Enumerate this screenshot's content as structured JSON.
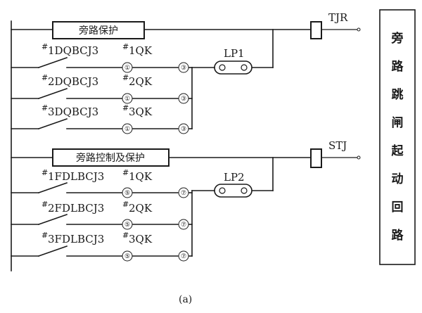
{
  "groups": [
    {
      "box_label": "旁路保护",
      "relay_label": "TJR",
      "link_label": "LP1",
      "rows": [
        {
          "contact": "1DQBCJ3",
          "switch": "1QK",
          "term_left": "①",
          "term_right": "③"
        },
        {
          "contact": "2DQBCJ3",
          "switch": "2QK",
          "term_left": "①",
          "term_right": "③"
        },
        {
          "contact": "3DQBCJ3",
          "switch": "3QK",
          "term_left": "①",
          "term_right": "③"
        }
      ]
    },
    {
      "box_label": "旁路控制及保护",
      "relay_label": "STJ",
      "link_label": "LP2",
      "rows": [
        {
          "contact": "1FDLBCJ3",
          "switch": "1QK",
          "term_left": "⑤",
          "term_right": "⑦"
        },
        {
          "contact": "2FDLBCJ3",
          "switch": "2QK",
          "term_left": "⑤",
          "term_right": "⑦"
        },
        {
          "contact": "3FDLBCJ3",
          "switch": "3QK",
          "term_left": "⑤",
          "term_right": "⑦"
        }
      ]
    }
  ],
  "hash_mark": "#",
  "side_title": [
    "旁",
    "路",
    "跳",
    "闸",
    "起",
    "动",
    "回",
    "路"
  ],
  "caption": "(a)"
}
